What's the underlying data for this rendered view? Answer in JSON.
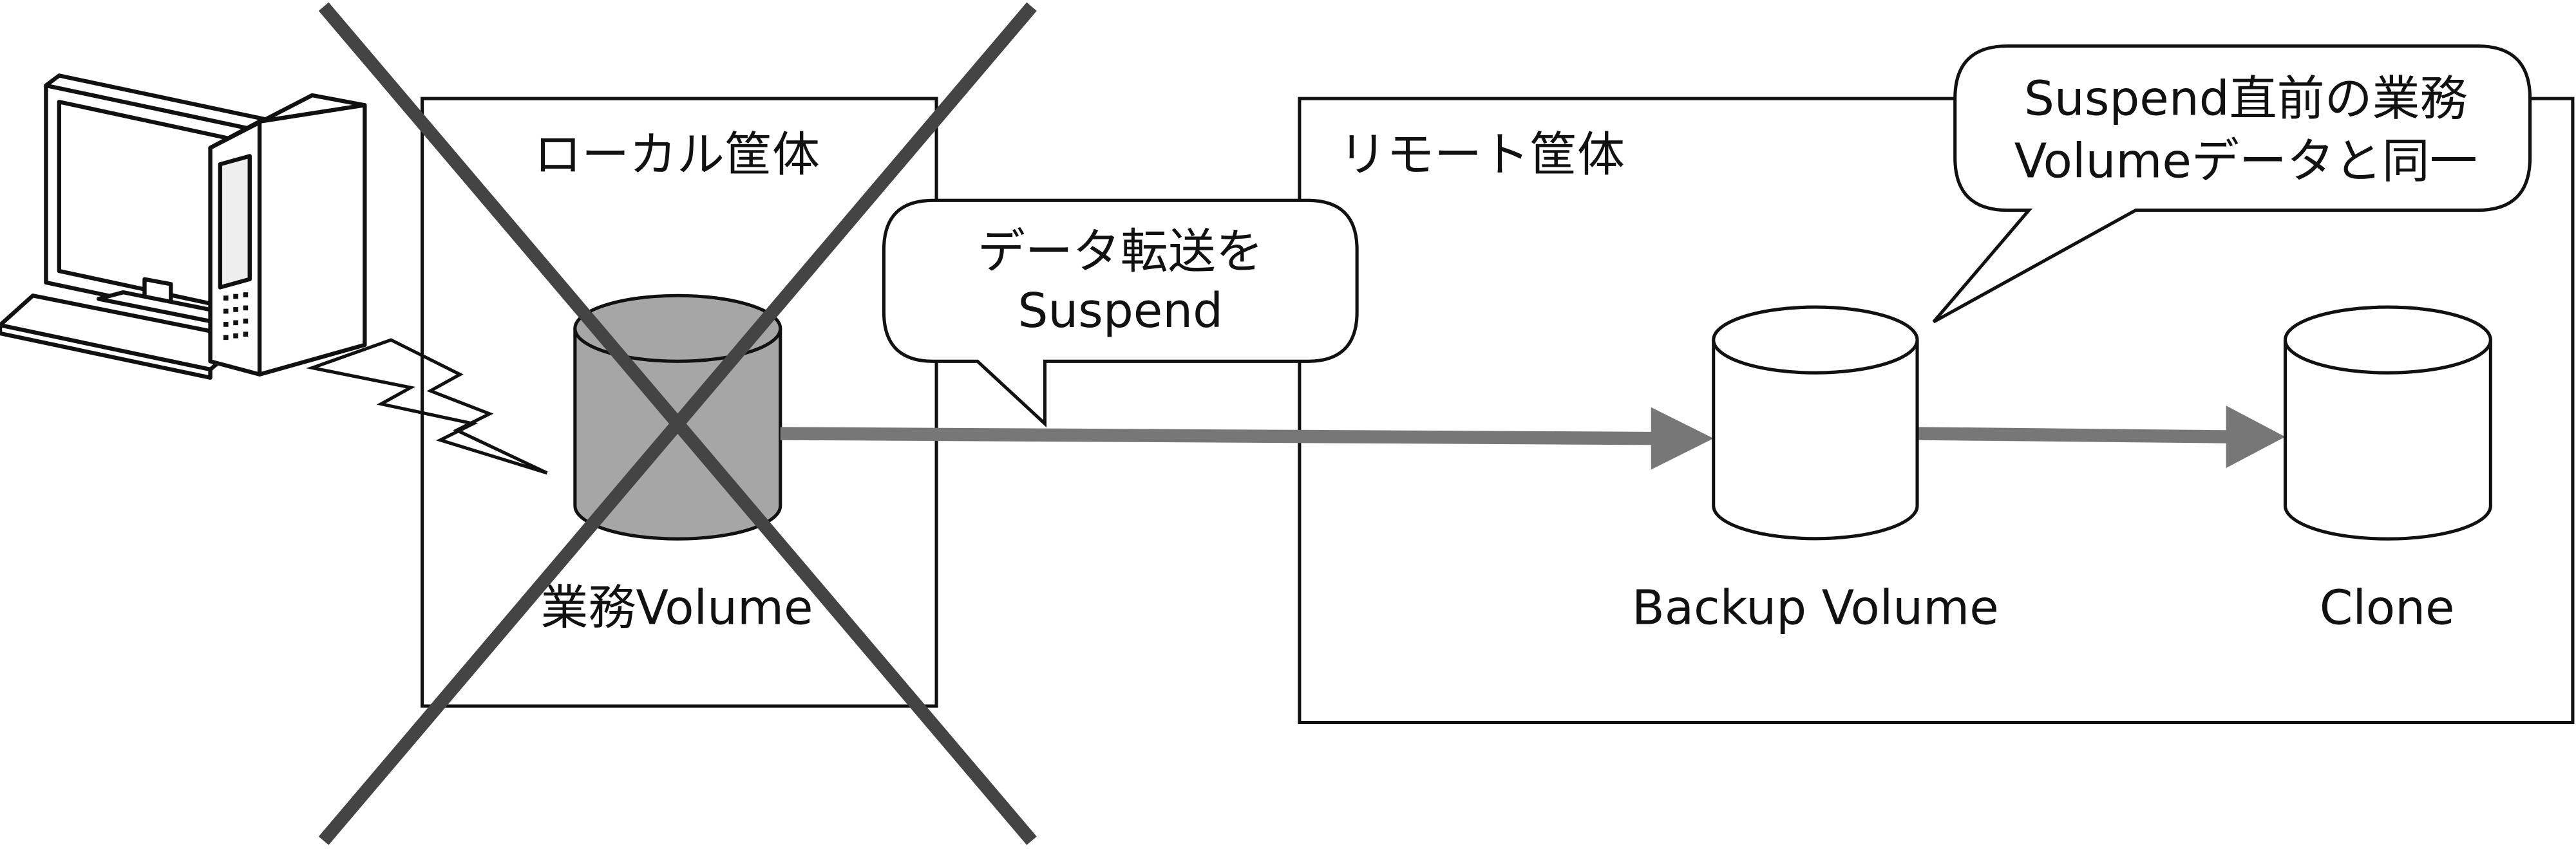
{
  "colors": {
    "cross": "#444444",
    "arrow": "#777777",
    "active_volume": "#a6a6a6",
    "line": "#111111"
  },
  "local_enclosure": {
    "label": "ローカル筐体",
    "volume_label": "業務Volume"
  },
  "remote_enclosure": {
    "label": "リモート筐体",
    "backup_label": "Backup Volume",
    "clone_label": "Clone"
  },
  "callout_transfer": {
    "line1": "データ転送を",
    "line2": "Suspend"
  },
  "callout_identical": {
    "line1": "Suspend直前の業務",
    "line2": "Volumeデータと同一"
  },
  "icons": [
    "computer-icon",
    "lightning-icon",
    "cross-icon",
    "cylinder-icon",
    "arrow-icon"
  ]
}
